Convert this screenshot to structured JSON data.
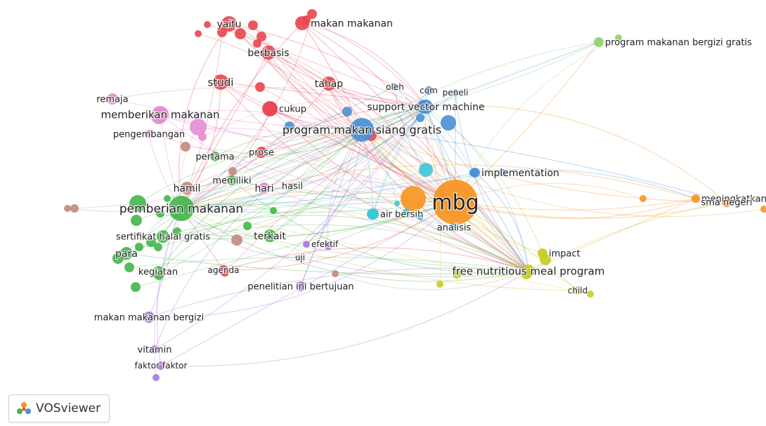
{
  "brand": {
    "name": "VOSviewer",
    "icon": "vosviewer-logo-icon"
  },
  "clusters": {
    "red": "#e8474f",
    "blue": "#4a8fd6",
    "green": "#43b649",
    "yellow": "#c5cc22",
    "purple": "#a875d9",
    "cyan": "#3ec5d6",
    "orange": "#f7931e",
    "brown": "#c08a80",
    "pink": "#e48cd4",
    "lightgreen": "#8ed36a"
  },
  "nodes": [
    {
      "id": "mbg",
      "label": "mbg",
      "cluster": "orange",
      "weight": 10
    },
    {
      "id": "program-makan-siang-gratis",
      "label": "program makan siang gratis",
      "cluster": "blue",
      "weight": 6
    },
    {
      "id": "pemberian-makanan",
      "label": "pemberian makanan",
      "cluster": "green",
      "weight": 6
    },
    {
      "id": "support-vector-machine",
      "label": "support vector machine",
      "cluster": "blue",
      "weight": 3
    },
    {
      "id": "free-nutritious-meal-program",
      "label": "free nutritious meal program",
      "cluster": "yellow",
      "weight": 3
    },
    {
      "id": "memberikan-makanan",
      "label": "memberikan makanan",
      "cluster": "pink",
      "weight": 4
    },
    {
      "id": "implementation",
      "label": "implementation",
      "cluster": "blue",
      "weight": 2
    },
    {
      "id": "studi",
      "label": "studi",
      "cluster": "red",
      "weight": 3
    },
    {
      "id": "yaitu",
      "label": "yaitu",
      "cluster": "red",
      "weight": 3
    },
    {
      "id": "makan-makanan",
      "label": "makan makanan",
      "cluster": "red",
      "weight": 3
    },
    {
      "id": "berbasis",
      "label": "berbasis",
      "cluster": "red",
      "weight": 3
    },
    {
      "id": "tahap",
      "label": "tahap",
      "cluster": "red",
      "weight": 3
    },
    {
      "id": "cukup",
      "label": "cukup",
      "cluster": "red",
      "weight": 2
    },
    {
      "id": "prose",
      "label": "prose",
      "cluster": "red",
      "weight": 2
    },
    {
      "id": "oleh",
      "label": "oleh",
      "cluster": "blue",
      "weight": 1
    },
    {
      "id": "com",
      "label": "com",
      "cluster": "blue",
      "weight": 1
    },
    {
      "id": "peneli",
      "label": "peneli",
      "cluster": "blue",
      "weight": 1
    },
    {
      "id": "remaja",
      "label": "remaja",
      "cluster": "pink",
      "weight": 1
    },
    {
      "id": "pengembangan",
      "label": "pengembangan",
      "cluster": "pink",
      "weight": 1
    },
    {
      "id": "pertama",
      "label": "pertama",
      "cluster": "green",
      "weight": 1
    },
    {
      "id": "memiliki",
      "label": "memiliki",
      "cluster": "green",
      "weight": 1
    },
    {
      "id": "hamil",
      "label": "hamil",
      "cluster": "brown",
      "weight": 2
    },
    {
      "id": "hari",
      "label": "hari",
      "cluster": "pink",
      "weight": 2
    },
    {
      "id": "hasil",
      "label": "hasil",
      "cluster": "pink",
      "weight": 1
    },
    {
      "id": "sertifikat-halal-gratis",
      "label": "sertifikat halal gratis",
      "cluster": "green",
      "weight": 2
    },
    {
      "id": "terkait",
      "label": "terkait",
      "cluster": "green",
      "weight": 2
    },
    {
      "id": "para",
      "label": "para",
      "cluster": "green",
      "weight": 2
    },
    {
      "id": "kegiatan",
      "label": "kegiatan",
      "cluster": "green",
      "weight": 2
    },
    {
      "id": "agenda",
      "label": "agenda",
      "cluster": "red",
      "weight": 1
    },
    {
      "id": "efektif",
      "label": "efektif",
      "cluster": "purple",
      "weight": 1
    },
    {
      "id": "uji",
      "label": "uji",
      "cluster": "purple",
      "weight": 1
    },
    {
      "id": "penelitian-ini-bertujuan",
      "label": "penelitian ini bertujuan",
      "cluster": "purple",
      "weight": 1
    },
    {
      "id": "makan-makanan-bergizi",
      "label": "makan makanan bergizi",
      "cluster": "purple",
      "weight": 2
    },
    {
      "id": "vitamin",
      "label": "vitamin",
      "cluster": "purple",
      "weight": 1
    },
    {
      "id": "faktor-faktor",
      "label": "faktor faktor",
      "cluster": "purple",
      "weight": 1
    },
    {
      "id": "air-bersih",
      "label": "air bersih",
      "cluster": "cyan",
      "weight": 2
    },
    {
      "id": "analisis",
      "label": "analisis",
      "cluster": "cyan",
      "weight": 2
    },
    {
      "id": "impact",
      "label": "impact",
      "cluster": "yellow",
      "weight": 2
    },
    {
      "id": "child",
      "label": "child",
      "cluster": "yellow",
      "weight": 1
    },
    {
      "id": "program-makanan-bergizi-gratis",
      "label": "program makanan bergizi gratis",
      "cluster": "lightgreen",
      "weight": 2
    },
    {
      "id": "meningkatkan-kualita",
      "label": "meningkatkan kualita",
      "cluster": "orange",
      "weight": 2
    },
    {
      "id": "sma-negeri",
      "label": "sma negeri",
      "cluster": "orange",
      "weight": 2
    }
  ]
}
